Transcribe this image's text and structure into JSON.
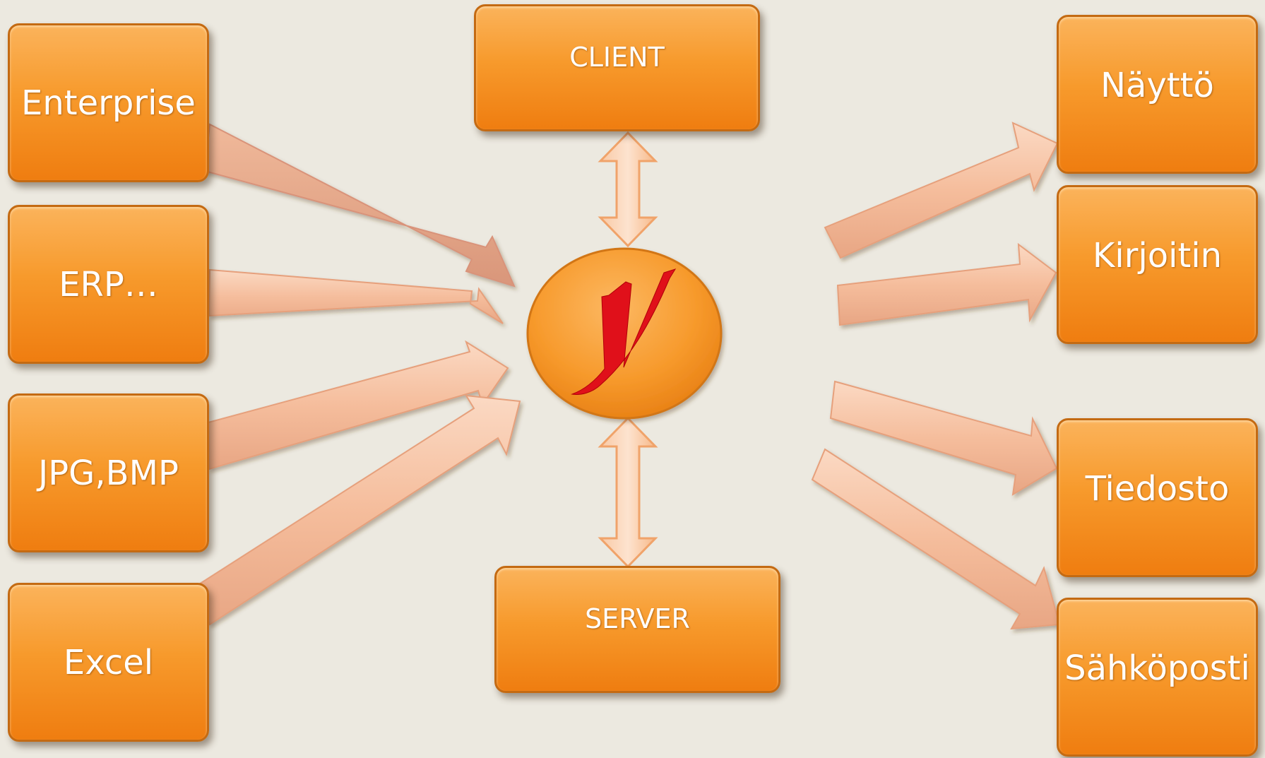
{
  "sources": [
    {
      "id": "enterprise",
      "label": "Enterprise"
    },
    {
      "id": "erp",
      "label": "ERP…"
    },
    {
      "id": "jpg-bmp",
      "label": "JPG,BMP"
    },
    {
      "id": "excel",
      "label": "Excel"
    }
  ],
  "center": {
    "client_label": "CLIENT",
    "server_label": "SERVER",
    "logo_letter": "y"
  },
  "outputs": [
    {
      "id": "naytto",
      "label": "Näyttö"
    },
    {
      "id": "kirjoitin",
      "label": "Kirjoitin"
    },
    {
      "id": "tiedosto",
      "label": "Tiedosto"
    },
    {
      "id": "sahkoposti",
      "label": "Sähköposti"
    }
  ],
  "colors": {
    "background": "#ece9e0",
    "box_fill": "#f79a2c",
    "box_border": "#c46a12",
    "arrow_fill": "#f5bfa0",
    "arrow_stroke": "#e8a07a",
    "logo_red": "#e0101a",
    "text": "#ffffff"
  }
}
